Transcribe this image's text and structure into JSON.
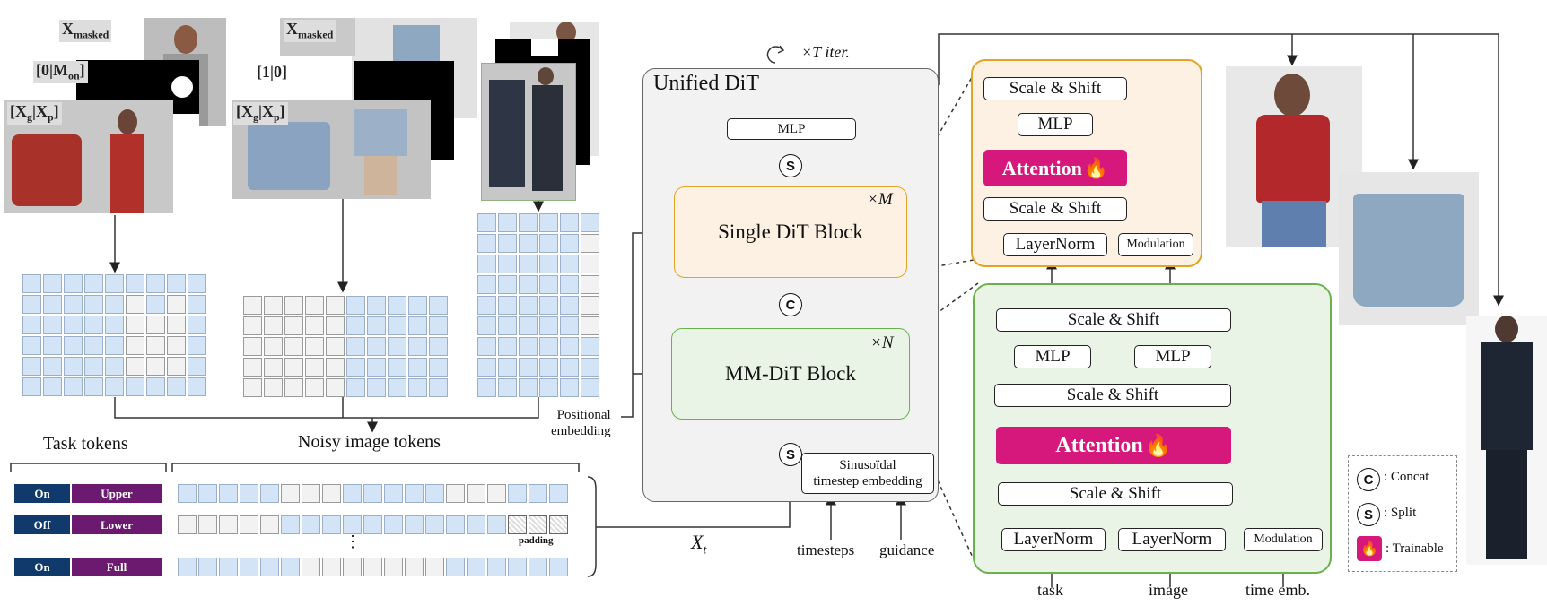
{
  "inputs": {
    "masked_label": "X",
    "masked_sub": "masked",
    "mask_label_1": "[0|M",
    "mask_label_1_sub": "on",
    "mask_label_1_end": "]",
    "mask_label_2": "[1|0]",
    "gp_label": "[X",
    "gp_sub_g": "g",
    "gp_mid": "|X",
    "gp_sub_p": "p",
    "gp_end": "]"
  },
  "tokens": {
    "task_title": "Task tokens",
    "noisy_title": "Noisy image tokens",
    "rows": [
      {
        "flag": "On",
        "type": "Upper"
      },
      {
        "flag": "Off",
        "type": "Lower"
      },
      {
        "flag": "On",
        "type": "Full"
      }
    ],
    "padding_label": "padding",
    "ellipsis": "⋮",
    "xt_label": "X",
    "xt_sub": "t",
    "positional_label_1": "Positional",
    "positional_label_2": "embedding"
  },
  "dit": {
    "title": "Unified DiT",
    "iter_label": "×T  iter.",
    "mlp": "MLP",
    "single_block": "Single DiT Block",
    "single_mult": "×M",
    "mm_block": "MM-DiT Block",
    "mm_mult": "×N",
    "sinusoidal_1": "Sinusoïdal",
    "sinusoidal_2": "timestep embedding",
    "timesteps": "timesteps",
    "guidance": "guidance",
    "split_symbol": "S",
    "concat_symbol": "C"
  },
  "single_detail": {
    "scale_shift_top": "Scale & Shift",
    "mlp": "MLP",
    "attention": "Attention",
    "scale_shift_bottom": "Scale & Shift",
    "layernorm": "LayerNorm",
    "modulation": "Modulation"
  },
  "mm_detail": {
    "scale_shift_1": "Scale & Shift",
    "mlp_left": "MLP",
    "mlp_right": "MLP",
    "scale_shift_2": "Scale & Shift",
    "attention": "Attention",
    "scale_shift_3": "Scale & Shift",
    "layernorm_left": "LayerNorm",
    "layernorm_right": "LayerNorm",
    "modulation": "Modulation",
    "in_task": "task",
    "in_image": "image",
    "in_time": "time emb."
  },
  "legend": {
    "concat": ": Concat",
    "split": ": Split",
    "trainable": ": Trainable"
  },
  "colors": {
    "single_border": "#e0a526",
    "single_bg": "#fdf1e4",
    "mm_border": "#6ab04c",
    "mm_bg": "#e9f4e6",
    "attention": "#d6177b",
    "task_on": "#0f3a6b",
    "task_type": "#6b1a70",
    "token_blue": "#d4e4f7"
  }
}
